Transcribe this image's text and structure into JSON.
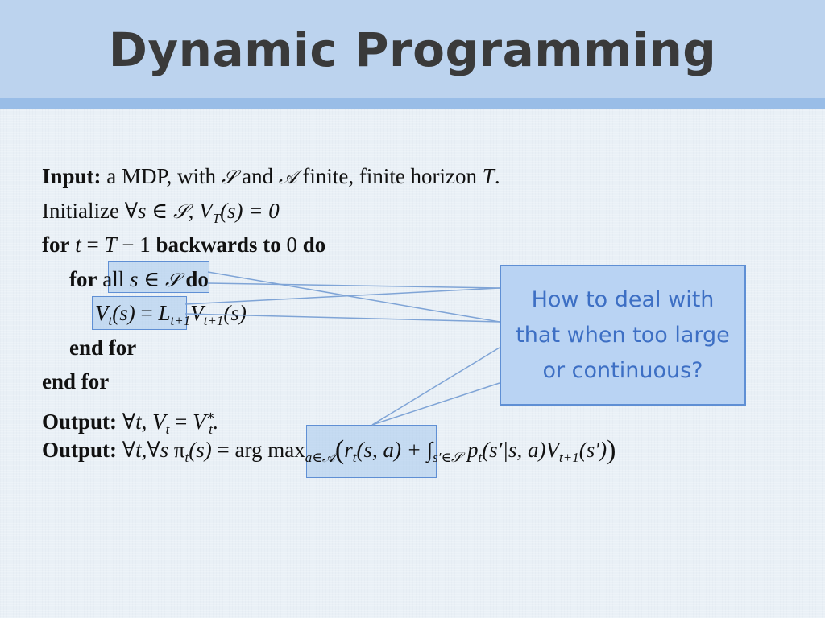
{
  "title": "Dynamic Programming",
  "algorithm": {
    "l1": {
      "kw": "Input:",
      "text1": " a MDP, with ",
      "S": "𝒮",
      "text2": " and ",
      "A": "𝒜",
      "text3": " finite, finite horizon ",
      "T": "T",
      "end": "."
    },
    "l2": {
      "text": "Initialize ",
      "forall": "∀",
      "s": "s",
      "in": " ∈ ",
      "S": "𝒮",
      "comma": ", ",
      "V": "V",
      "sub": "T",
      "rest": "(s) = 0"
    },
    "l3": {
      "kw1": "for",
      "t": " t",
      "eq": " = ",
      "T": "T",
      "minus": " − 1 ",
      "kw2": "backwards to",
      "zero": " 0 ",
      "kw3": "do"
    },
    "l4": {
      "kw1": "for",
      "all": " all ",
      "s": "s",
      "in": " ∈ ",
      "S": "𝒮",
      "kw2": " do"
    },
    "l5": {
      "V": "V",
      "sub": "t",
      "args": "(s)",
      "eq": " = ",
      "L": "L",
      "lsub": "t+1",
      "V2": "V",
      "v2sub": "t+1",
      "args2": "(s)"
    },
    "l6": {
      "kw": "end for"
    },
    "l7": {
      "kw": "end for"
    },
    "l8": {
      "kw": "Output:",
      "forall": " ∀",
      "t": "t",
      "comma": ", ",
      "V": "V",
      "sub": "t",
      "eq": " = ",
      "V2": "V",
      "sup": "∗",
      "sub2": "t",
      "end": "."
    },
    "l9": {
      "kw": "Output:",
      "forall": " ∀",
      "t": "t",
      "comma": ",∀",
      "s": "s ",
      "pi": "π",
      "pisub": "t",
      "args": "(s)",
      "eq": " = ",
      "argmax": "arg max",
      "amsub": "a∈𝒜",
      "lp": "(",
      "r": "r",
      "rsub": "t",
      "rargs": "(s, a) + ",
      "int": "∫",
      "intsub": "s′∈𝒮",
      "p": " p",
      "psub": "t",
      "pargs": "(s′|s, a)",
      "V": "V",
      "vsub": "t+1",
      "vargs": "(s′)",
      "rp": ")"
    }
  },
  "callout": {
    "text": "How to deal with that when too large or continuous?"
  },
  "colors": {
    "header": "#bcd3ee",
    "band": "#99bde7",
    "highlight_border": "#5f8fd4",
    "callout_text": "#3d6fc4",
    "title": "#3a3a3a"
  }
}
